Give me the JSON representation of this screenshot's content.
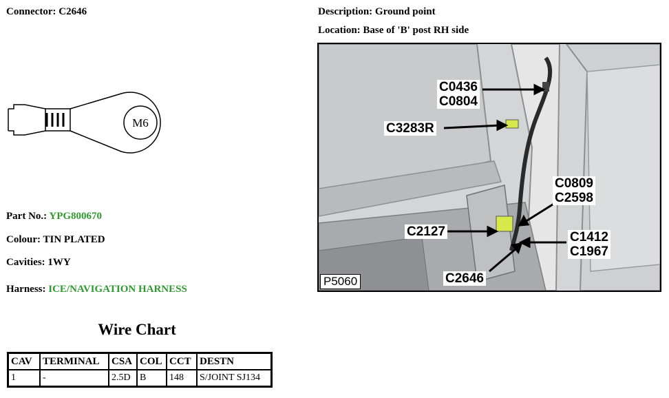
{
  "connector": {
    "label": "Connector:",
    "value": "C2646"
  },
  "part_no": {
    "label": "Part No.:",
    "value": "YPG800670"
  },
  "colour": {
    "label": "Colour:",
    "value": "TIN PLATED"
  },
  "cavities": {
    "label": "Cavities:",
    "value": "1WY"
  },
  "harness": {
    "label": "Harness:",
    "value": "ICE/NAVIGATION HARNESS"
  },
  "terminal_drawing": {
    "stud_label": "M6"
  },
  "description": {
    "label": "Description:",
    "value": "Ground point"
  },
  "location": {
    "label": "Location:",
    "value": "Base of 'B' post RH side"
  },
  "photo": {
    "plate_id": "P5060",
    "callouts": {
      "c1": "C0436",
      "c2": "C0804",
      "c3": "C3283R",
      "c4": "C0809",
      "c5": "C2598",
      "c6": "C2127",
      "c7": "C1412",
      "c8": "C1967",
      "c9": "C2646"
    }
  },
  "wire_chart": {
    "title": "Wire Chart",
    "headers": [
      "CAV",
      "TERMINAL",
      "CSA",
      "COL",
      "CCT",
      "DESTN"
    ],
    "rows": [
      [
        "1",
        "-",
        "2.5D",
        "B",
        "148",
        "S/JOINT SJ134"
      ]
    ]
  }
}
